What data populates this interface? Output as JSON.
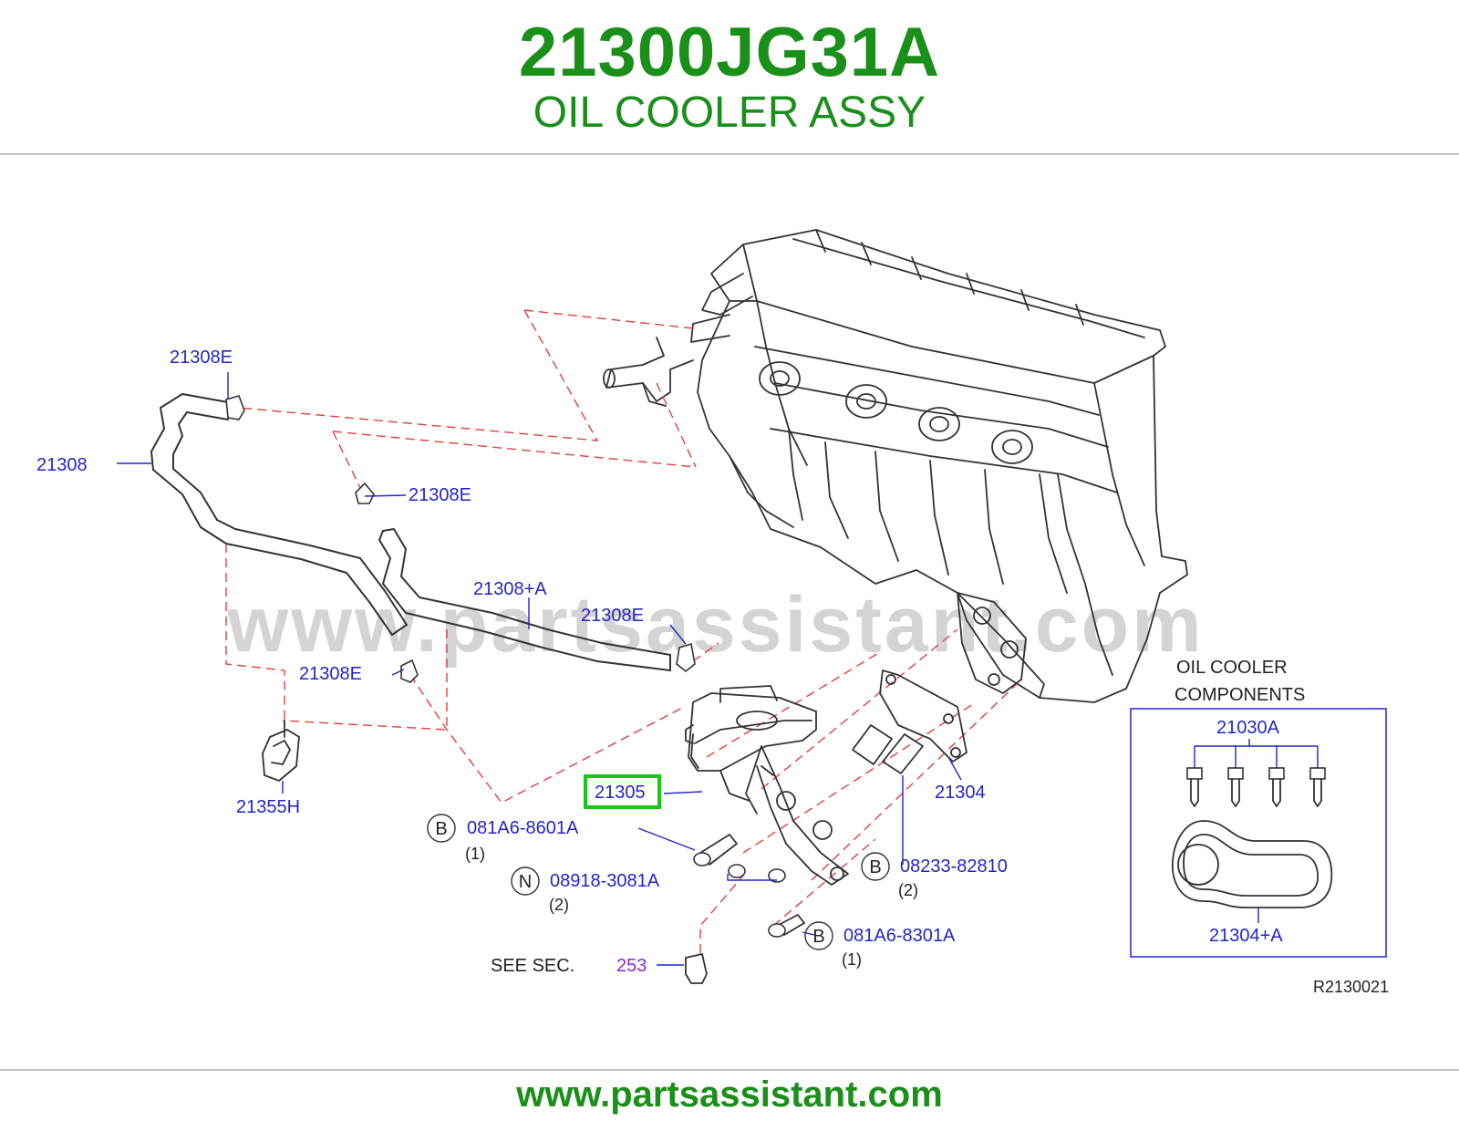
{
  "header": {
    "part_number": "21300JG31A",
    "part_name": "OIL COOLER ASSY"
  },
  "watermark": "www.partsassistant.com",
  "callouts": {
    "hose_clamp_top": "21308E",
    "hose_main": "21308",
    "hose_clamp_mid": "21308E",
    "hose_assy": "21308+A",
    "hose_clamp_right": "21308E",
    "hose_clamp_low": "21308E",
    "bracket": "21355H",
    "oil_cooler": "21305",
    "gasket": "21304",
    "bolt_a": "081A6-8601A",
    "bolt_a_qty": "(1)",
    "nut": "08918-3081A",
    "nut_qty": "(2)",
    "stud": "08233-82810",
    "stud_qty": "(2)",
    "bolt_b": "081A6-8301A",
    "bolt_b_qty": "(1)",
    "see_sec_label": "SEE   SEC.",
    "see_sec_ref": "253",
    "symbol_b": "B",
    "symbol_n": "N"
  },
  "components_box": {
    "title_line1": "OIL   COOLER",
    "title_line2": "COMPONENTS",
    "bolt_set": "21030A",
    "gasket_ring": "21304+A"
  },
  "figure_code": "R2130021",
  "highlight_color": "#17c617",
  "footer": {
    "url": "www.partsassistant.com"
  }
}
